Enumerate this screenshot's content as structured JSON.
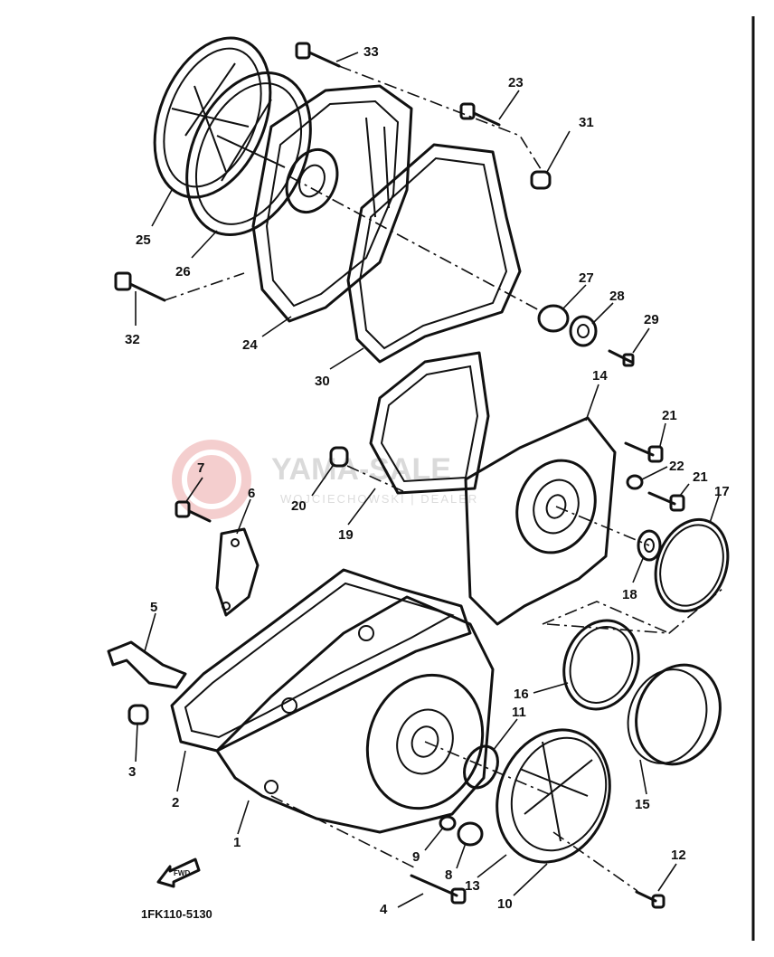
{
  "diagram": {
    "code": "1FK110-5130",
    "fwd_label": "FWD",
    "watermark_brand": "YAMA-SALE",
    "watermark_sub": "WOJCIECHOWSKI | DEALER"
  },
  "callouts": [
    {
      "id": "1",
      "label": "1"
    },
    {
      "id": "2",
      "label": "2"
    },
    {
      "id": "3",
      "label": "3"
    },
    {
      "id": "4",
      "label": "4"
    },
    {
      "id": "5",
      "label": "5"
    },
    {
      "id": "6",
      "label": "6"
    },
    {
      "id": "7",
      "label": "7"
    },
    {
      "id": "8",
      "label": "8"
    },
    {
      "id": "9",
      "label": "9"
    },
    {
      "id": "10",
      "label": "10"
    },
    {
      "id": "11",
      "label": "11"
    },
    {
      "id": "12",
      "label": "12"
    },
    {
      "id": "13",
      "label": "13"
    },
    {
      "id": "14",
      "label": "14"
    },
    {
      "id": "15",
      "label": "15"
    },
    {
      "id": "16",
      "label": "16"
    },
    {
      "id": "17",
      "label": "17"
    },
    {
      "id": "18",
      "label": "18"
    },
    {
      "id": "19",
      "label": "19"
    },
    {
      "id": "20",
      "label": "20"
    },
    {
      "id": "21a",
      "label": "21"
    },
    {
      "id": "21b",
      "label": "21"
    },
    {
      "id": "22",
      "label": "22"
    },
    {
      "id": "23",
      "label": "23"
    },
    {
      "id": "24",
      "label": "24"
    },
    {
      "id": "25",
      "label": "25"
    },
    {
      "id": "26",
      "label": "26"
    },
    {
      "id": "27",
      "label": "27"
    },
    {
      "id": "28",
      "label": "28"
    },
    {
      "id": "29",
      "label": "29"
    },
    {
      "id": "30",
      "label": "30"
    },
    {
      "id": "31",
      "label": "31"
    },
    {
      "id": "32",
      "label": "32"
    },
    {
      "id": "33",
      "label": "33"
    }
  ]
}
